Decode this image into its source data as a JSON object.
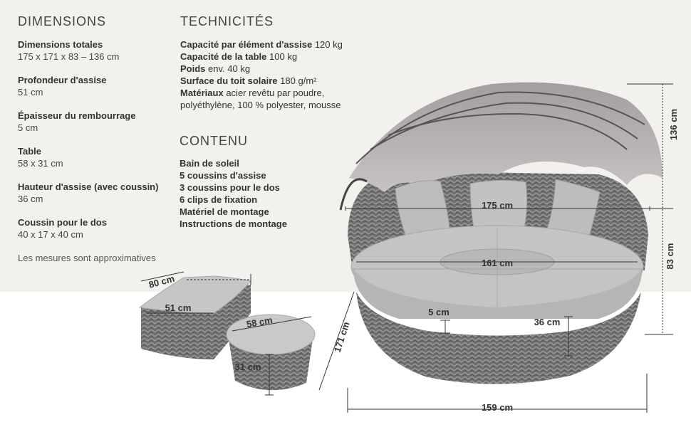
{
  "dimensions": {
    "heading": "DIMENSIONS",
    "items": [
      {
        "label": "Dimensions totales",
        "value": "175 x 171 x 83 – 136 cm"
      },
      {
        "label": "Profondeur d'assise",
        "value": "51 cm"
      },
      {
        "label": "Épaisseur du rembourrage",
        "value": "5 cm"
      },
      {
        "label": "Table",
        "value": "58 x 31 cm"
      },
      {
        "label": "Hauteur d'assise (avec coussin)",
        "value": "36 cm"
      },
      {
        "label": "Coussin pour le dos",
        "value": "40 x 17 x 40  cm"
      }
    ],
    "note": "Les mesures sont approximatives"
  },
  "technicites": {
    "heading": "TECHNICITÉS",
    "lines": [
      {
        "label": "Capacité par élément d'assise",
        "value": "120 kg"
      },
      {
        "label": "Capacité de la table",
        "value": "100 kg"
      },
      {
        "label": "Poids",
        "value": "env. 40 kg"
      },
      {
        "label": "Surface du toit solaire",
        "value": "180 g/m²"
      },
      {
        "label": "Matériaux",
        "value": "acier revêtu par poudre,"
      },
      {
        "label": "",
        "value": "polyéthylène, 100 % polyester, mousse"
      }
    ]
  },
  "contenu": {
    "heading": "CONTENU",
    "items": [
      "Bain de soleil",
      "5 coussins d'assise",
      "3 coussins pour le dos",
      "6 clips de fixation",
      "Matériel de montage",
      "Instructions de montage"
    ]
  },
  "measurements": {
    "height_canopy": "136 cm",
    "height_seat": "83 cm",
    "width_top": "175 cm",
    "diameter_table": "161 cm",
    "depth_front": "159 cm",
    "depth_side": "171 cm",
    "cushion": "5 cm",
    "seat_height": "36 cm",
    "segment_width": "80 cm",
    "segment_depth": "51 cm",
    "stool_diameter": "58 cm",
    "stool_height": "31 cm"
  }
}
